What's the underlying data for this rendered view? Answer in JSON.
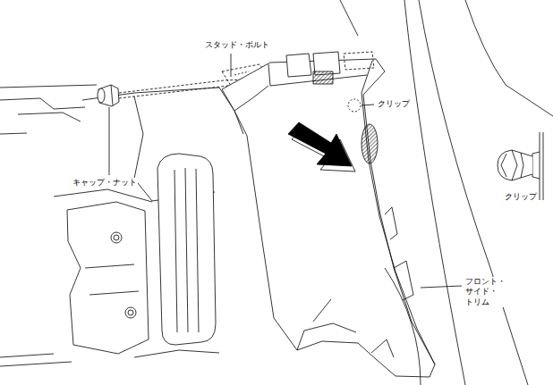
{
  "diagram": {
    "labels": [
      "スタッド・ボルト",
      "クリップ",
      "キャップ・ナット",
      "クリップ",
      "フロント・ サイド・ トリム"
    ]
  }
}
